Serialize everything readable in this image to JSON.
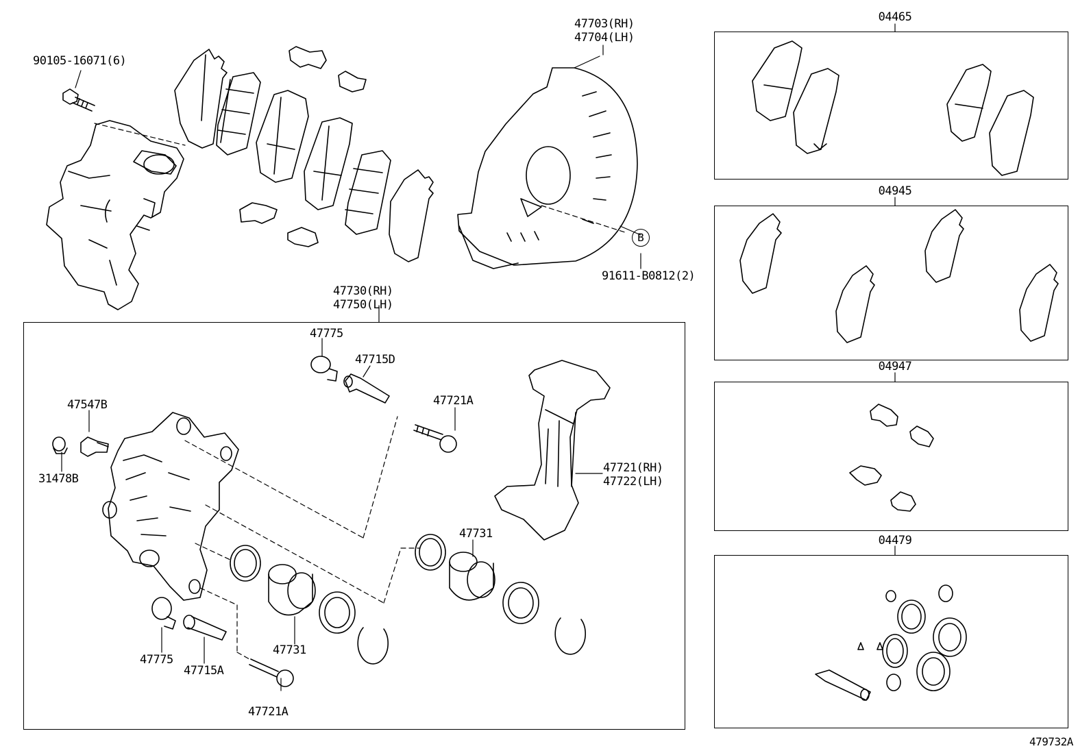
{
  "diagram_id": "479732A",
  "top": {
    "bolt": "90105-16071(6)",
    "shield_rh": "47703(RH)",
    "shield_lh": "47704(LH)",
    "screw": "91611-B0812(2)",
    "callout_b": "B",
    "caliper_rh": "47730(RH)",
    "caliper_lh": "47750(LH)"
  },
  "caliper": {
    "boot_top": "47775",
    "pin_top": "47715D",
    "bolt_top": "47721A",
    "bleeder": "47547B",
    "cap": "31478B",
    "mount_rh": "47721(RH)",
    "mount_lh": "47722(LH)",
    "piston_right": "47731",
    "piston_left": "47731",
    "boot_bottom": "47775",
    "pin_bottom": "47715A",
    "bolt_bottom": "47721A"
  },
  "kits": [
    {
      "code": "04465"
    },
    {
      "code": "04945"
    },
    {
      "code": "04947"
    },
    {
      "code": "04479"
    }
  ]
}
